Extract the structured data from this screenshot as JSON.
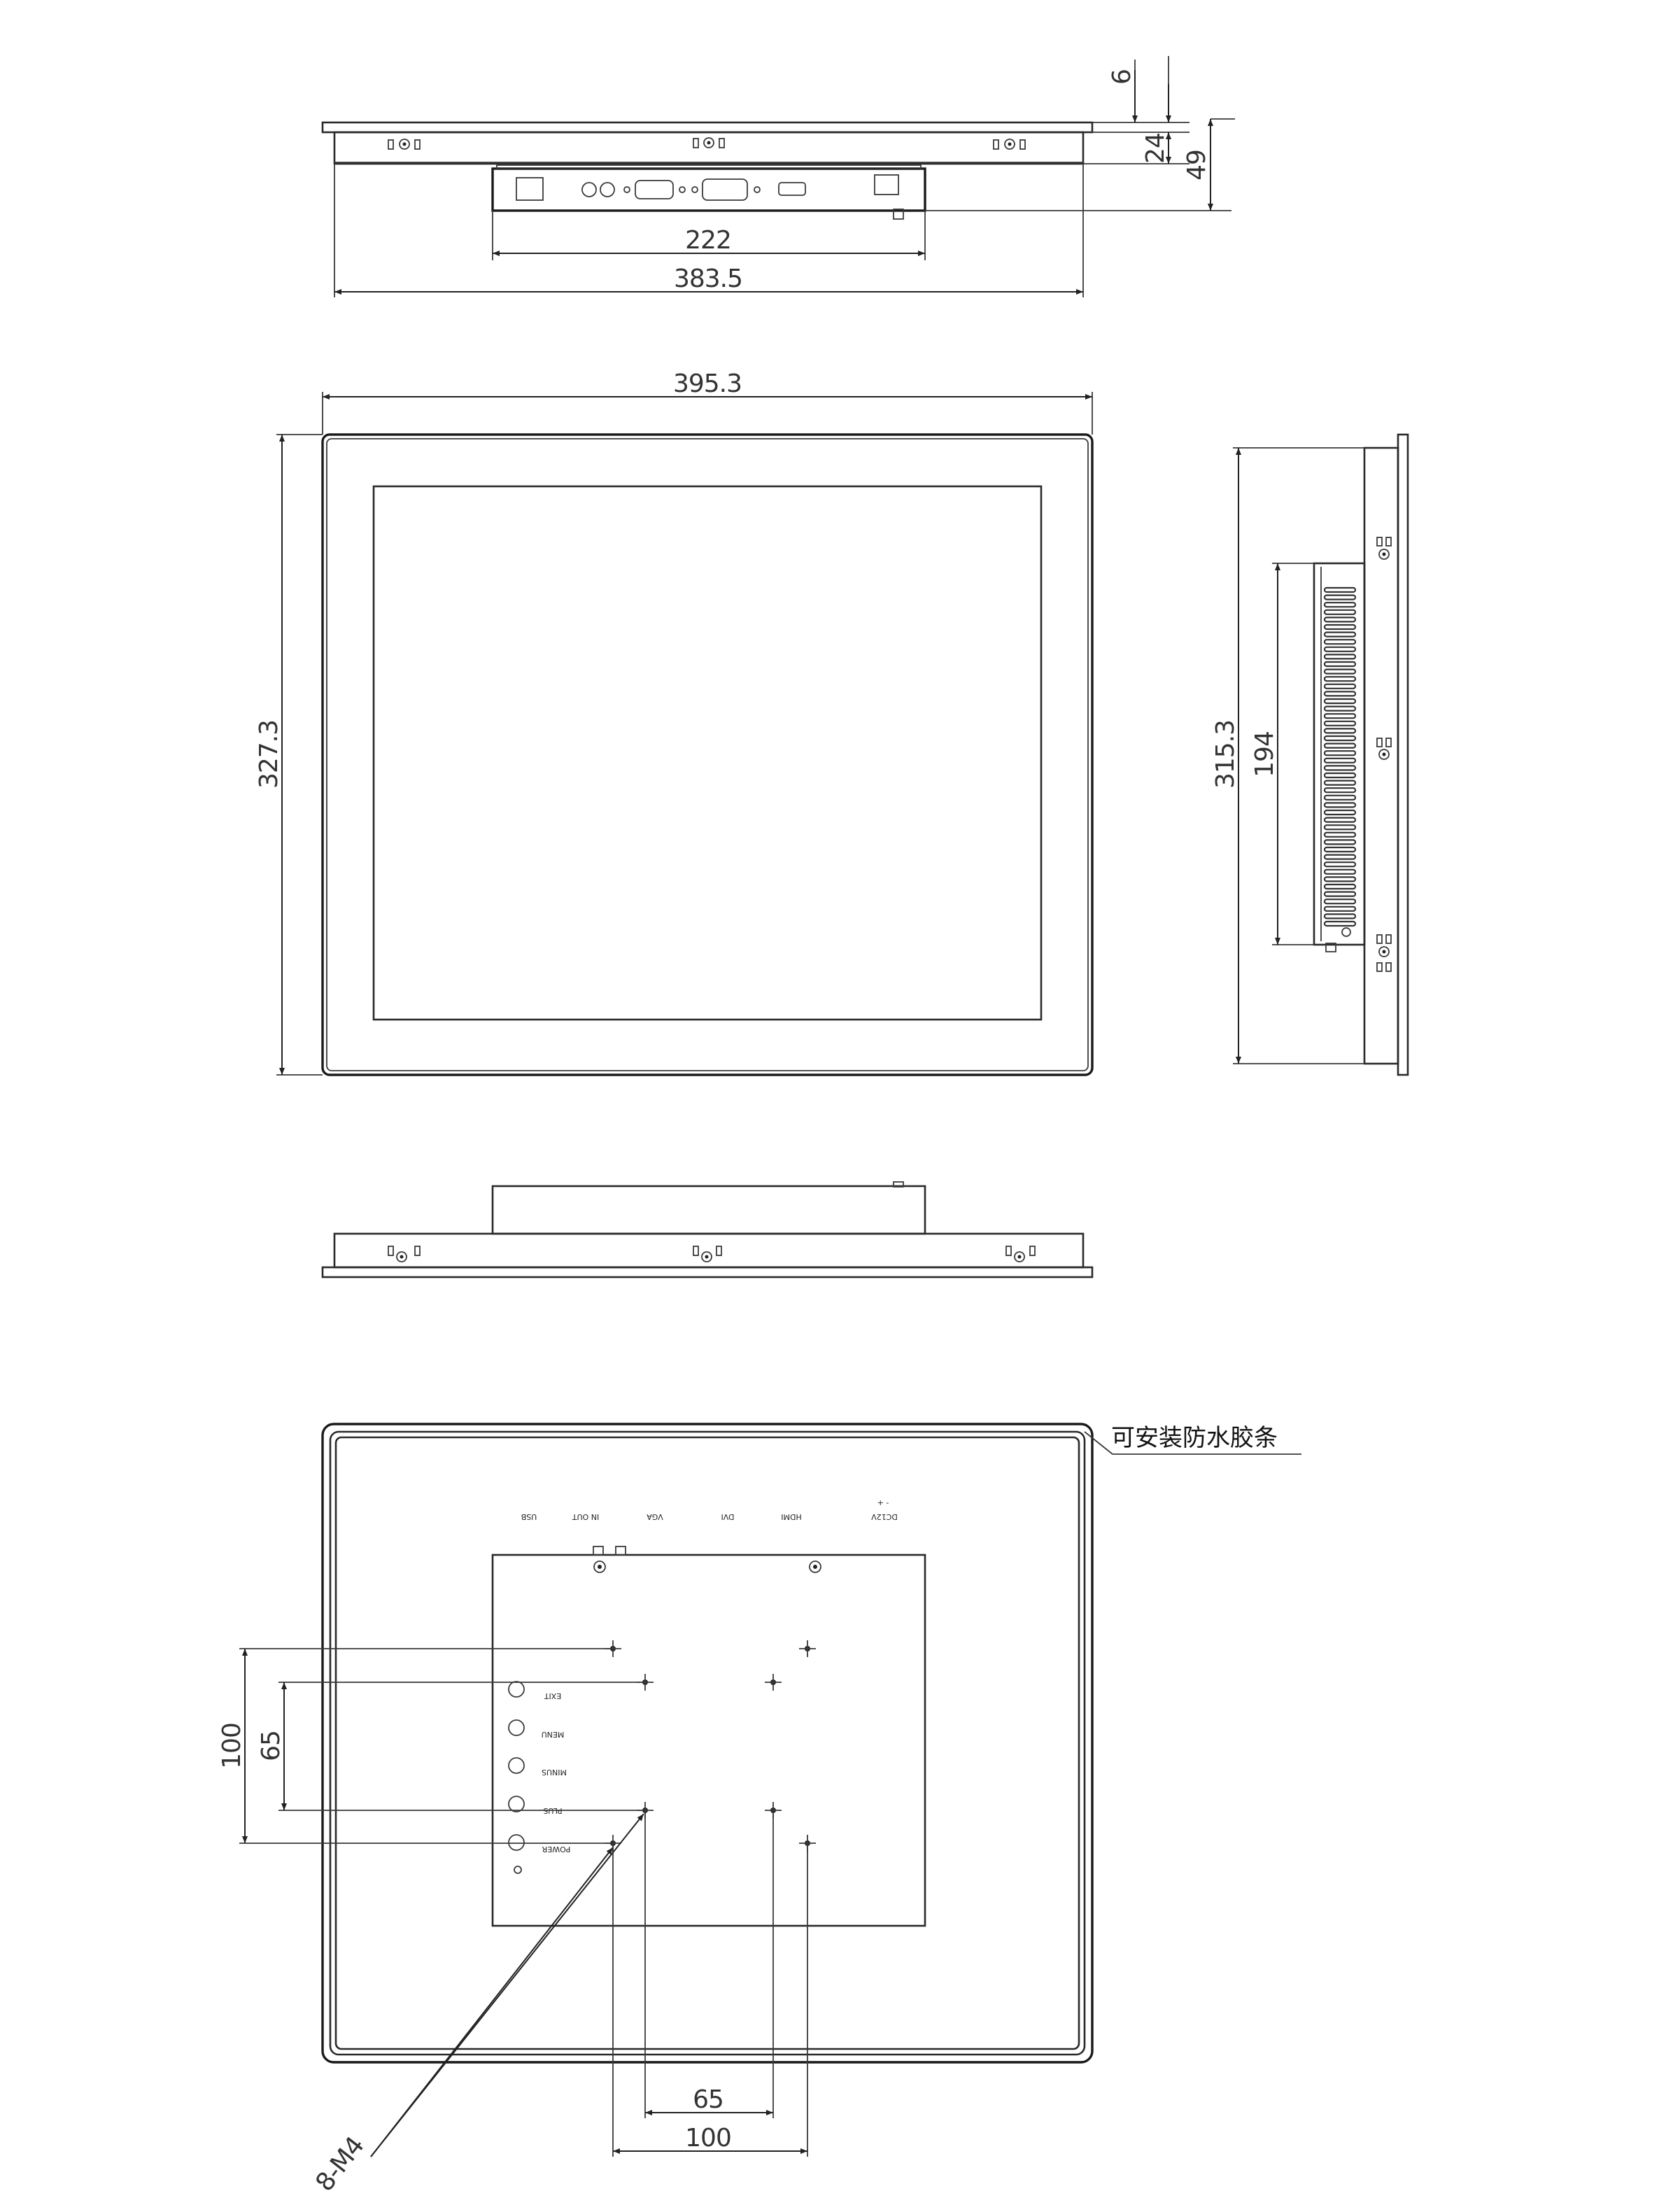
{
  "top_view": {
    "dims": {
      "d6": "6",
      "d24": "24",
      "d49": "49",
      "d222": "222",
      "d383": "383.5"
    }
  },
  "front_view": {
    "dims": {
      "width": "395.3",
      "height": "327.3"
    }
  },
  "side_view": {
    "dims": {
      "overall": "315.3",
      "inner": "194"
    }
  },
  "rear_view": {
    "callout": "可安装防水胶条",
    "port_labels": {
      "usb": "USB",
      "in_out": "IN  OUT",
      "vga": "VGA",
      "dvi": "DVI",
      "hdmi": "HDMI",
      "dc12v": "DC12V",
      "polarity": "+ -"
    },
    "button_labels": {
      "exit": "EXIT",
      "menu": "MENU",
      "minus": "MINUS",
      "plus": "PLUS",
      "power": "POWER"
    },
    "dims": {
      "v100": "100",
      "v65": "65",
      "h65": "65",
      "h100": "100",
      "screw": "8-M4"
    }
  }
}
